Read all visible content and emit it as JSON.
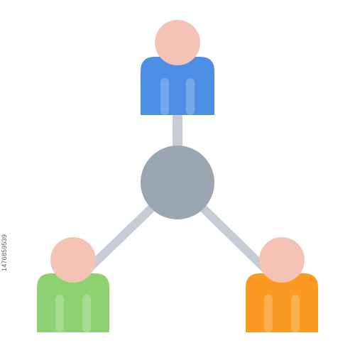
{
  "colors": {
    "background": "#ffffff",
    "head": "#f5c3b5",
    "hub": "#9ba6b3",
    "connector": "#c5ccd4",
    "person_top_body": "#4d8ee6",
    "person_left_body": "#8ed173",
    "person_right_body": "#fb9a22",
    "body_stripe": "#ffffff"
  },
  "icons": {
    "hub": "network-hub-icon",
    "person": "person-icon"
  },
  "people": [
    {
      "position": "top",
      "color_key": "person_top_body"
    },
    {
      "position": "bottom-left",
      "color_key": "person_left_body"
    },
    {
      "position": "bottom-right",
      "color_key": "person_right_body"
    }
  ],
  "stock_id": "1476859539"
}
